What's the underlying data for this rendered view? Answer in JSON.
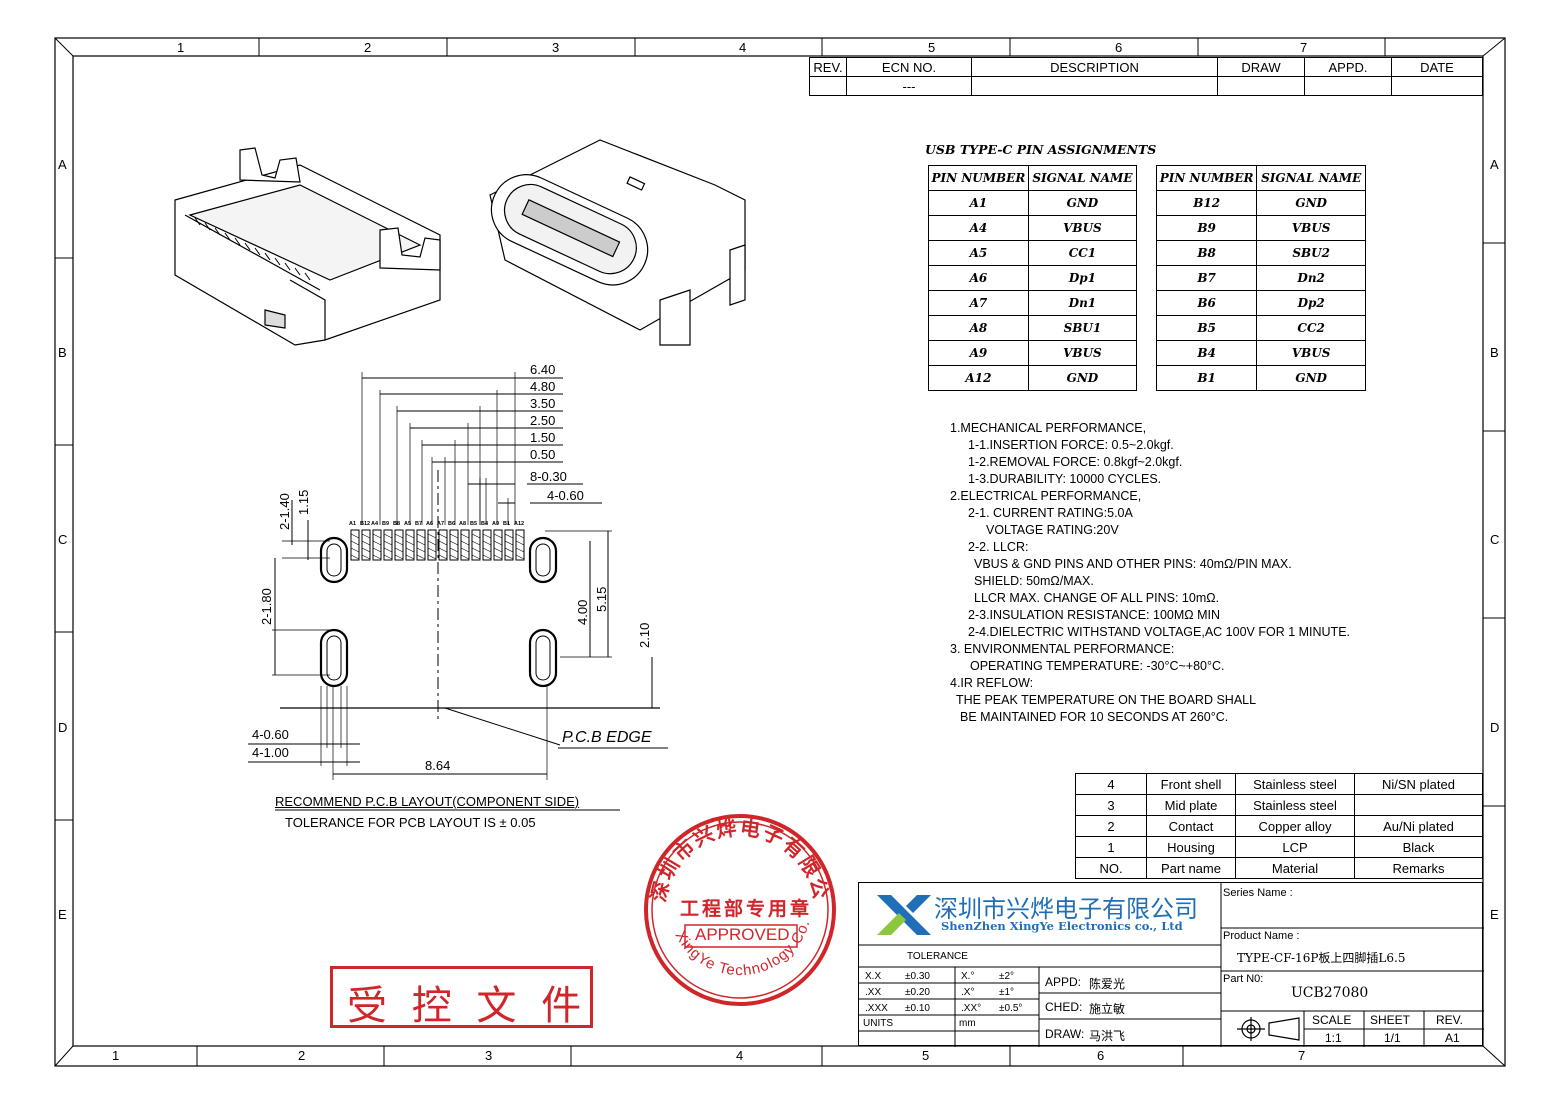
{
  "border": {
    "cols_top": [
      "1",
      "2",
      "3",
      "4",
      "5",
      "6",
      "7"
    ],
    "cols_bottom": [
      "1",
      "2",
      "3",
      "4",
      "5",
      "6",
      "7"
    ],
    "rows": [
      "A",
      "B",
      "C",
      "D",
      "E"
    ]
  },
  "revision_table": {
    "headers": [
      "REV.",
      "ECN NO.",
      "DESCRIPTION",
      "DRAW",
      "APPD.",
      "DATE"
    ],
    "row": [
      "",
      "---",
      "",
      "",
      "",
      ""
    ]
  },
  "pin_table": {
    "title": "USB TYPE-C PIN ASSIGNMENTS",
    "header_pin": "PIN NUMBER",
    "header_signal": "SIGNAL NAME",
    "left": [
      [
        "A1",
        "GND"
      ],
      [
        "A4",
        "VBUS"
      ],
      [
        "A5",
        "CC1"
      ],
      [
        "A6",
        "Dp1"
      ],
      [
        "A7",
        "Dn1"
      ],
      [
        "A8",
        "SBU1"
      ],
      [
        "A9",
        "VBUS"
      ],
      [
        "A12",
        "GND"
      ]
    ],
    "right": [
      [
        "B12",
        "GND"
      ],
      [
        "B9",
        "VBUS"
      ],
      [
        "B8",
        "SBU2"
      ],
      [
        "B7",
        "Dn2"
      ],
      [
        "B6",
        "Dp2"
      ],
      [
        "B5",
        "CC2"
      ],
      [
        "B4",
        "VBUS"
      ],
      [
        "B1",
        "GND"
      ]
    ]
  },
  "notes": [
    {
      "text": "1.MECHANICAL PERFORMANCE,",
      "indent": 0
    },
    {
      "text": "1-1.INSERTION FORCE: 0.5~2.0kgf.",
      "indent": 18
    },
    {
      "text": "1-2.REMOVAL FORCE: 0.8kgf~2.0kgf.",
      "indent": 18
    },
    {
      "text": "1-3.DURABILITY: 10000 CYCLES.",
      "indent": 18
    },
    {
      "text": "2.ELECTRICAL PERFORMANCE,",
      "indent": 0
    },
    {
      "text": "2-1. CURRENT RATING:5.0A",
      "indent": 18
    },
    {
      "text": "VOLTAGE RATING:20V",
      "indent": 36
    },
    {
      "text": "2-2. LLCR:",
      "indent": 18
    },
    {
      "text": "VBUS & GND PINS AND OTHER PINS: 40mΩ/PIN MAX.",
      "indent": 24
    },
    {
      "text": "SHIELD: 50mΩ/MAX.",
      "indent": 24
    },
    {
      "text": "LLCR MAX. CHANGE OF ALL PINS: 10mΩ.",
      "indent": 24
    },
    {
      "text": "2-3.INSULATION RESISTANCE: 100MΩ  MIN",
      "indent": 18
    },
    {
      "text": "2-4.DIELECTRIC WITHSTAND VOLTAGE,AC 100V FOR 1 MINUTE.",
      "indent": 18
    },
    {
      "text": "3. ENVIRONMENTAL PERFORMANCE:",
      "indent": 0
    },
    {
      "text": "OPERATING TEMPERATURE: -30°C~+80°C.",
      "indent": 20
    },
    {
      "text": "4.IR REFLOW:",
      "indent": 0
    },
    {
      "text": "THE PEAK TEMPERATURE ON THE BOARD SHALL",
      "indent": 6
    },
    {
      "text": "BE MAINTAINED FOR 10 SECONDS AT 260°C.",
      "indent": 10
    }
  ],
  "dims": {
    "top": [
      "6.40",
      "4.80",
      "3.50",
      "2.50",
      "1.50",
      "0.50",
      "8-0.30",
      "4-0.60"
    ],
    "v1": "2-1.40",
    "v2": "1.15",
    "v3": "2-1.80",
    "v4": "4.00",
    "v5": "5.15",
    "v6": "2.10",
    "b1": "4-0.60",
    "b2": "4-1.00",
    "b3": "8.64",
    "pcb_edge": "P.C.B  EDGE",
    "pin_labels": [
      "A1",
      "B12",
      "A4",
      "B9",
      "B8",
      "A5",
      "B7",
      "A6",
      "A7",
      "B6",
      "A8",
      "B5",
      "B4",
      "A9",
      "B1",
      "A12"
    ]
  },
  "layout_caption": "RECOMMEND P.C.B LAYOUT(COMPONENT SIDE)",
  "tolerance_note": "TOLERANCE FOR PCB LAYOUT IS ± 0.05",
  "bom": {
    "rows": [
      [
        "4",
        "Front shell",
        "Stainless steel",
        "Ni/SN plated"
      ],
      [
        "3",
        "Mid plate",
        "Stainless steel",
        ""
      ],
      [
        "2",
        "Contact",
        "Copper alloy",
        "Au/Ni plated"
      ],
      [
        "1",
        "Housing",
        "LCP",
        "Black"
      ]
    ],
    "header": [
      "NO.",
      "Part name",
      "Material",
      "Remarks"
    ]
  },
  "title_block": {
    "company_cn": "深圳市兴烨电子有限公司",
    "company_en": "ShenZhen XingYe Electronics co., Ltd",
    "tolerance": "TOLERANCE",
    "tol_rows": [
      [
        "X.X",
        "±0.30",
        "X.°",
        "±2°"
      ],
      [
        ".XX",
        "±0.20",
        ".X°",
        "±1°"
      ],
      [
        ".XXX",
        "±0.10",
        ".XX°",
        "±0.5°"
      ]
    ],
    "units_label": "UNITS",
    "units_value": "mm",
    "appd_label": "APPD:",
    "appd_name": "陈爱光",
    "ched_label": "CHED:",
    "ched_name": "施立敏",
    "draw_label": "DRAW:",
    "draw_name": "马洪飞",
    "series_label": "Series Name :",
    "series_value": "",
    "product_label": "Product Name :",
    "product_value": "TYPE-CF-16P板上四脚插L6.5",
    "partno_label": "Part N0:",
    "partno_value": "UCB27080",
    "scale_label": "SCALE",
    "scale_value": "1:1",
    "sheet_label": "SHEET",
    "sheet_value": "1/1",
    "rev_label": "REV.",
    "rev_value": "A1"
  },
  "stamp": {
    "outer_text": "深圳市兴烨电子有限公司",
    "outer_en": "XingYe Technology Co.,Ltd",
    "center_text": "工程部专用章",
    "approved": "APPROVED"
  },
  "controlled_doc": "受 控 文 件",
  "colors": {
    "stamp": "#d0262a",
    "logo_blue": "#1f6fb8",
    "logo_green": "#8dc63f"
  }
}
